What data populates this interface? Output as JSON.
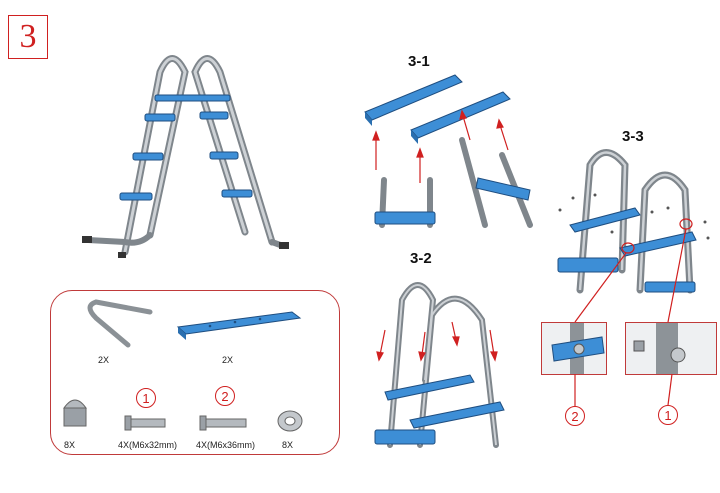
{
  "step_number": "3",
  "substeps": [
    "3-1",
    "3-2",
    "3-3"
  ],
  "parts": [
    {
      "qty": "2X",
      "name": "handrail-arch"
    },
    {
      "qty": "2X",
      "name": "blue-step-bar"
    },
    {
      "qty": "8X",
      "name": "cap-nut"
    },
    {
      "qty": "4X(M6x32mm)",
      "callout": "1",
      "name": "bolt-32"
    },
    {
      "qty": "4X(M6x36mm)",
      "callout": "2",
      "name": "bolt-36"
    },
    {
      "qty": "8X",
      "name": "washer"
    }
  ],
  "detail_callouts": [
    "2",
    "1"
  ],
  "colors": {
    "accent_red": "#d02020",
    "part_blue": "#3d8ed6",
    "metal_grey": "#9aa0a6"
  }
}
